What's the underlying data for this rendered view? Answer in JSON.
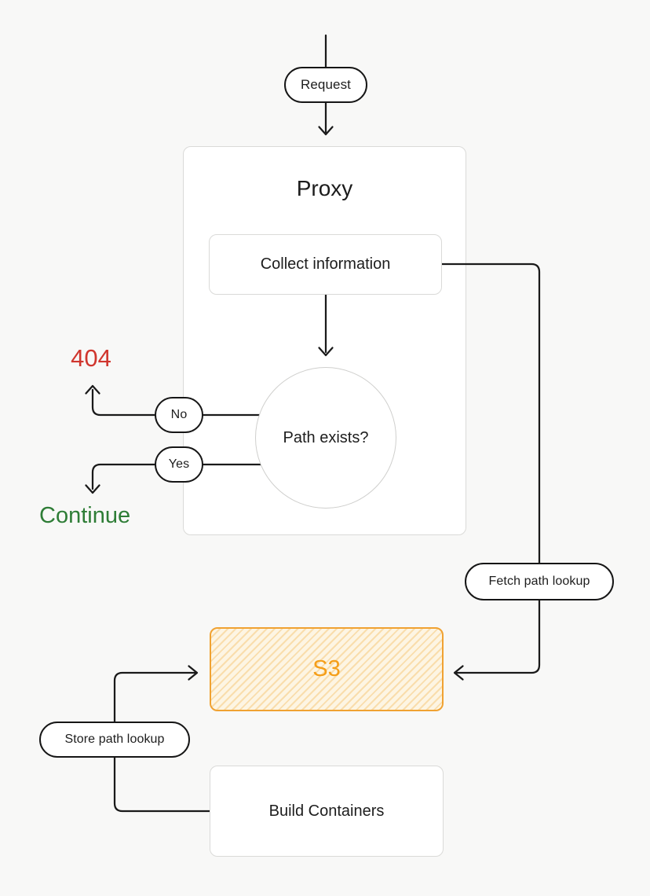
{
  "diagram": {
    "background": "#f8f8f7",
    "stroke_color": "#1a1a1a",
    "nodes": {
      "request": {
        "label": "Request"
      },
      "proxy": {
        "title": "Proxy"
      },
      "collect_information": {
        "label": "Collect information"
      },
      "path_exists": {
        "label": "Path exists?"
      },
      "branch_no": {
        "label": "No"
      },
      "branch_yes": {
        "label": "Yes"
      },
      "result_404": {
        "label": "404",
        "color": "#d0362e"
      },
      "result_continue": {
        "label": "Continue",
        "color": "#2e7d36"
      },
      "fetch_path_lookup": {
        "label": "Fetch path lookup"
      },
      "s3": {
        "label": "S3",
        "accent": "#f59e18",
        "fill": "#fdf5e3",
        "border": "#f0a232"
      },
      "store_path_lookup": {
        "label": "Store path lookup"
      },
      "build_containers": {
        "label": "Build Containers"
      }
    }
  }
}
